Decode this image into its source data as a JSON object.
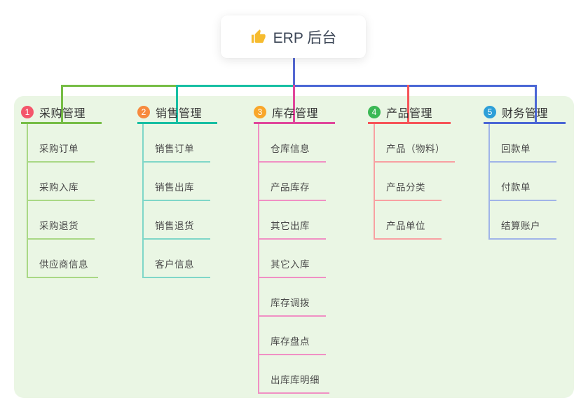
{
  "root": {
    "title": "ERP 后台",
    "icon": "thumbs-up-icon"
  },
  "panel": {
    "background": "#eaf6e4"
  },
  "connectors": {
    "root_stem": "#5568d2",
    "bus_left": "#76bd45",
    "bus_mid": "#17bfa3",
    "bus_right": "#4b67d5",
    "drop_1": "#76bd45",
    "drop_2": "#17bfa3",
    "drop_3": "#e0479b",
    "drop_4": "#f65458",
    "drop_5": "#4b67d5"
  },
  "branches": [
    {
      "index": "1",
      "label": "采购管理",
      "badge_color": "#f4566b",
      "line_color": "#76bd45",
      "child_line_color": "#a9d885",
      "children": [
        "采购订单",
        "采购入库",
        "采购退货",
        "供应商信息"
      ]
    },
    {
      "index": "2",
      "label": "销售管理",
      "badge_color": "#f78a3e",
      "line_color": "#17bfa3",
      "child_line_color": "#7fd7c8",
      "children": [
        "销售订单",
        "销售出库",
        "销售退货",
        "客户信息"
      ]
    },
    {
      "index": "3",
      "label": "库存管理",
      "badge_color": "#f9a62a",
      "line_color": "#e0479b",
      "child_line_color": "#f090c4",
      "children": [
        "仓库信息",
        "产品库存",
        "其它出库",
        "其它入库",
        "库存调拨",
        "库存盘点",
        "出库库明细"
      ]
    },
    {
      "index": "4",
      "label": "产品管理",
      "badge_color": "#3bb855",
      "line_color": "#f65458",
      "child_line_color": "#f8a0a2",
      "children": [
        "产品（物料）",
        "产品分类",
        "产品单位"
      ]
    },
    {
      "index": "5",
      "label": "财务管理",
      "badge_color": "#2d9fd8",
      "line_color": "#4b67d5",
      "child_line_color": "#a0b4e8",
      "children": [
        "回款单",
        "付款单",
        "结算账户"
      ]
    }
  ]
}
